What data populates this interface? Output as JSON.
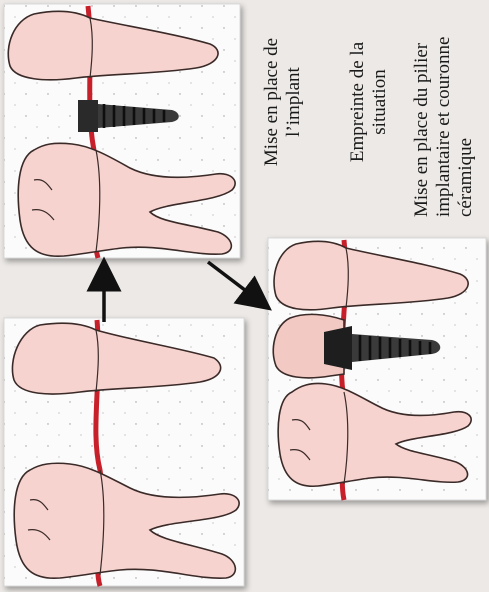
{
  "captions": {
    "step1": {
      "line1": "Mise en place de",
      "line2": "l’implant"
    },
    "step2": {
      "line1": "Empreinte de la",
      "line2": "situation"
    },
    "step3": {
      "line1": "Mise en place du pilier",
      "line2": "implantaire et couronne",
      "line3": "céramique"
    }
  },
  "colors": {
    "background": "#ece9e6",
    "panel": "#fbfbfb",
    "tooth_fill": "#f6d3cf",
    "tooth_outline": "#3a2a28",
    "gum_line": "#c8202a",
    "implant": "#2a2a2a",
    "arrow": "#111111"
  }
}
